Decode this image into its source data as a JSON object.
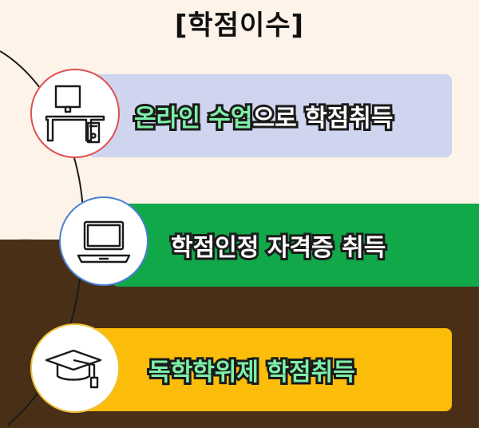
{
  "title": "[학점이수]",
  "items": [
    {
      "highlight": "온라인 수업",
      "rest": "으로 학점취득",
      "icon": "desktop-computer-icon",
      "card_color": "#cfd4ef",
      "border_color": "#e05050"
    },
    {
      "highlight": "",
      "rest": "학점인정 자격증 취득",
      "icon": "laptop-icon",
      "card_color": "#11a84a",
      "border_color": "#4a7fd6"
    },
    {
      "highlight": "",
      "rest": "독학학위제 학점취득",
      "icon": "graduation-cap-icon",
      "card_color": "#fbbd0a",
      "border_color": "#f0c23a"
    }
  ],
  "colors": {
    "background": "#fdf3e8",
    "soil": "#4a2f17",
    "highlight_text": "#7ef0a8"
  }
}
